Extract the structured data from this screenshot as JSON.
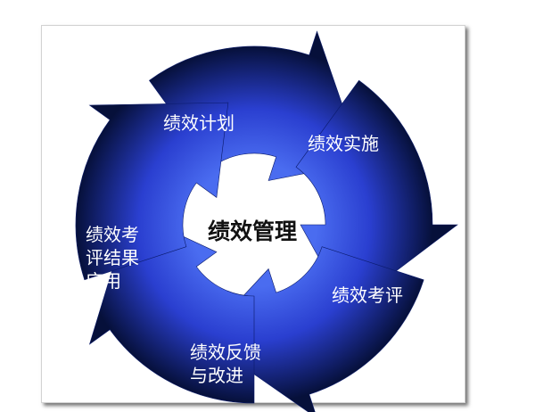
{
  "diagram": {
    "title": "绩效管理",
    "stages": [
      {
        "lines": [
          "绩效计划"
        ]
      },
      {
        "lines": [
          "绩效实施"
        ]
      },
      {
        "lines": [
          "绩效考评"
        ]
      },
      {
        "lines": [
          "绩效反馈",
          "与改进"
        ]
      },
      {
        "lines": [
          "绩效考",
          "评结果",
          "应用"
        ]
      }
    ],
    "colors": {
      "segment_light": "#4a6cf0",
      "segment_mid": "#2a3fd0",
      "segment_dark": "#06103a",
      "frame_border": "#d2d2d2",
      "text_on_segment": "#ffffff",
      "title_text": "#111111"
    }
  }
}
